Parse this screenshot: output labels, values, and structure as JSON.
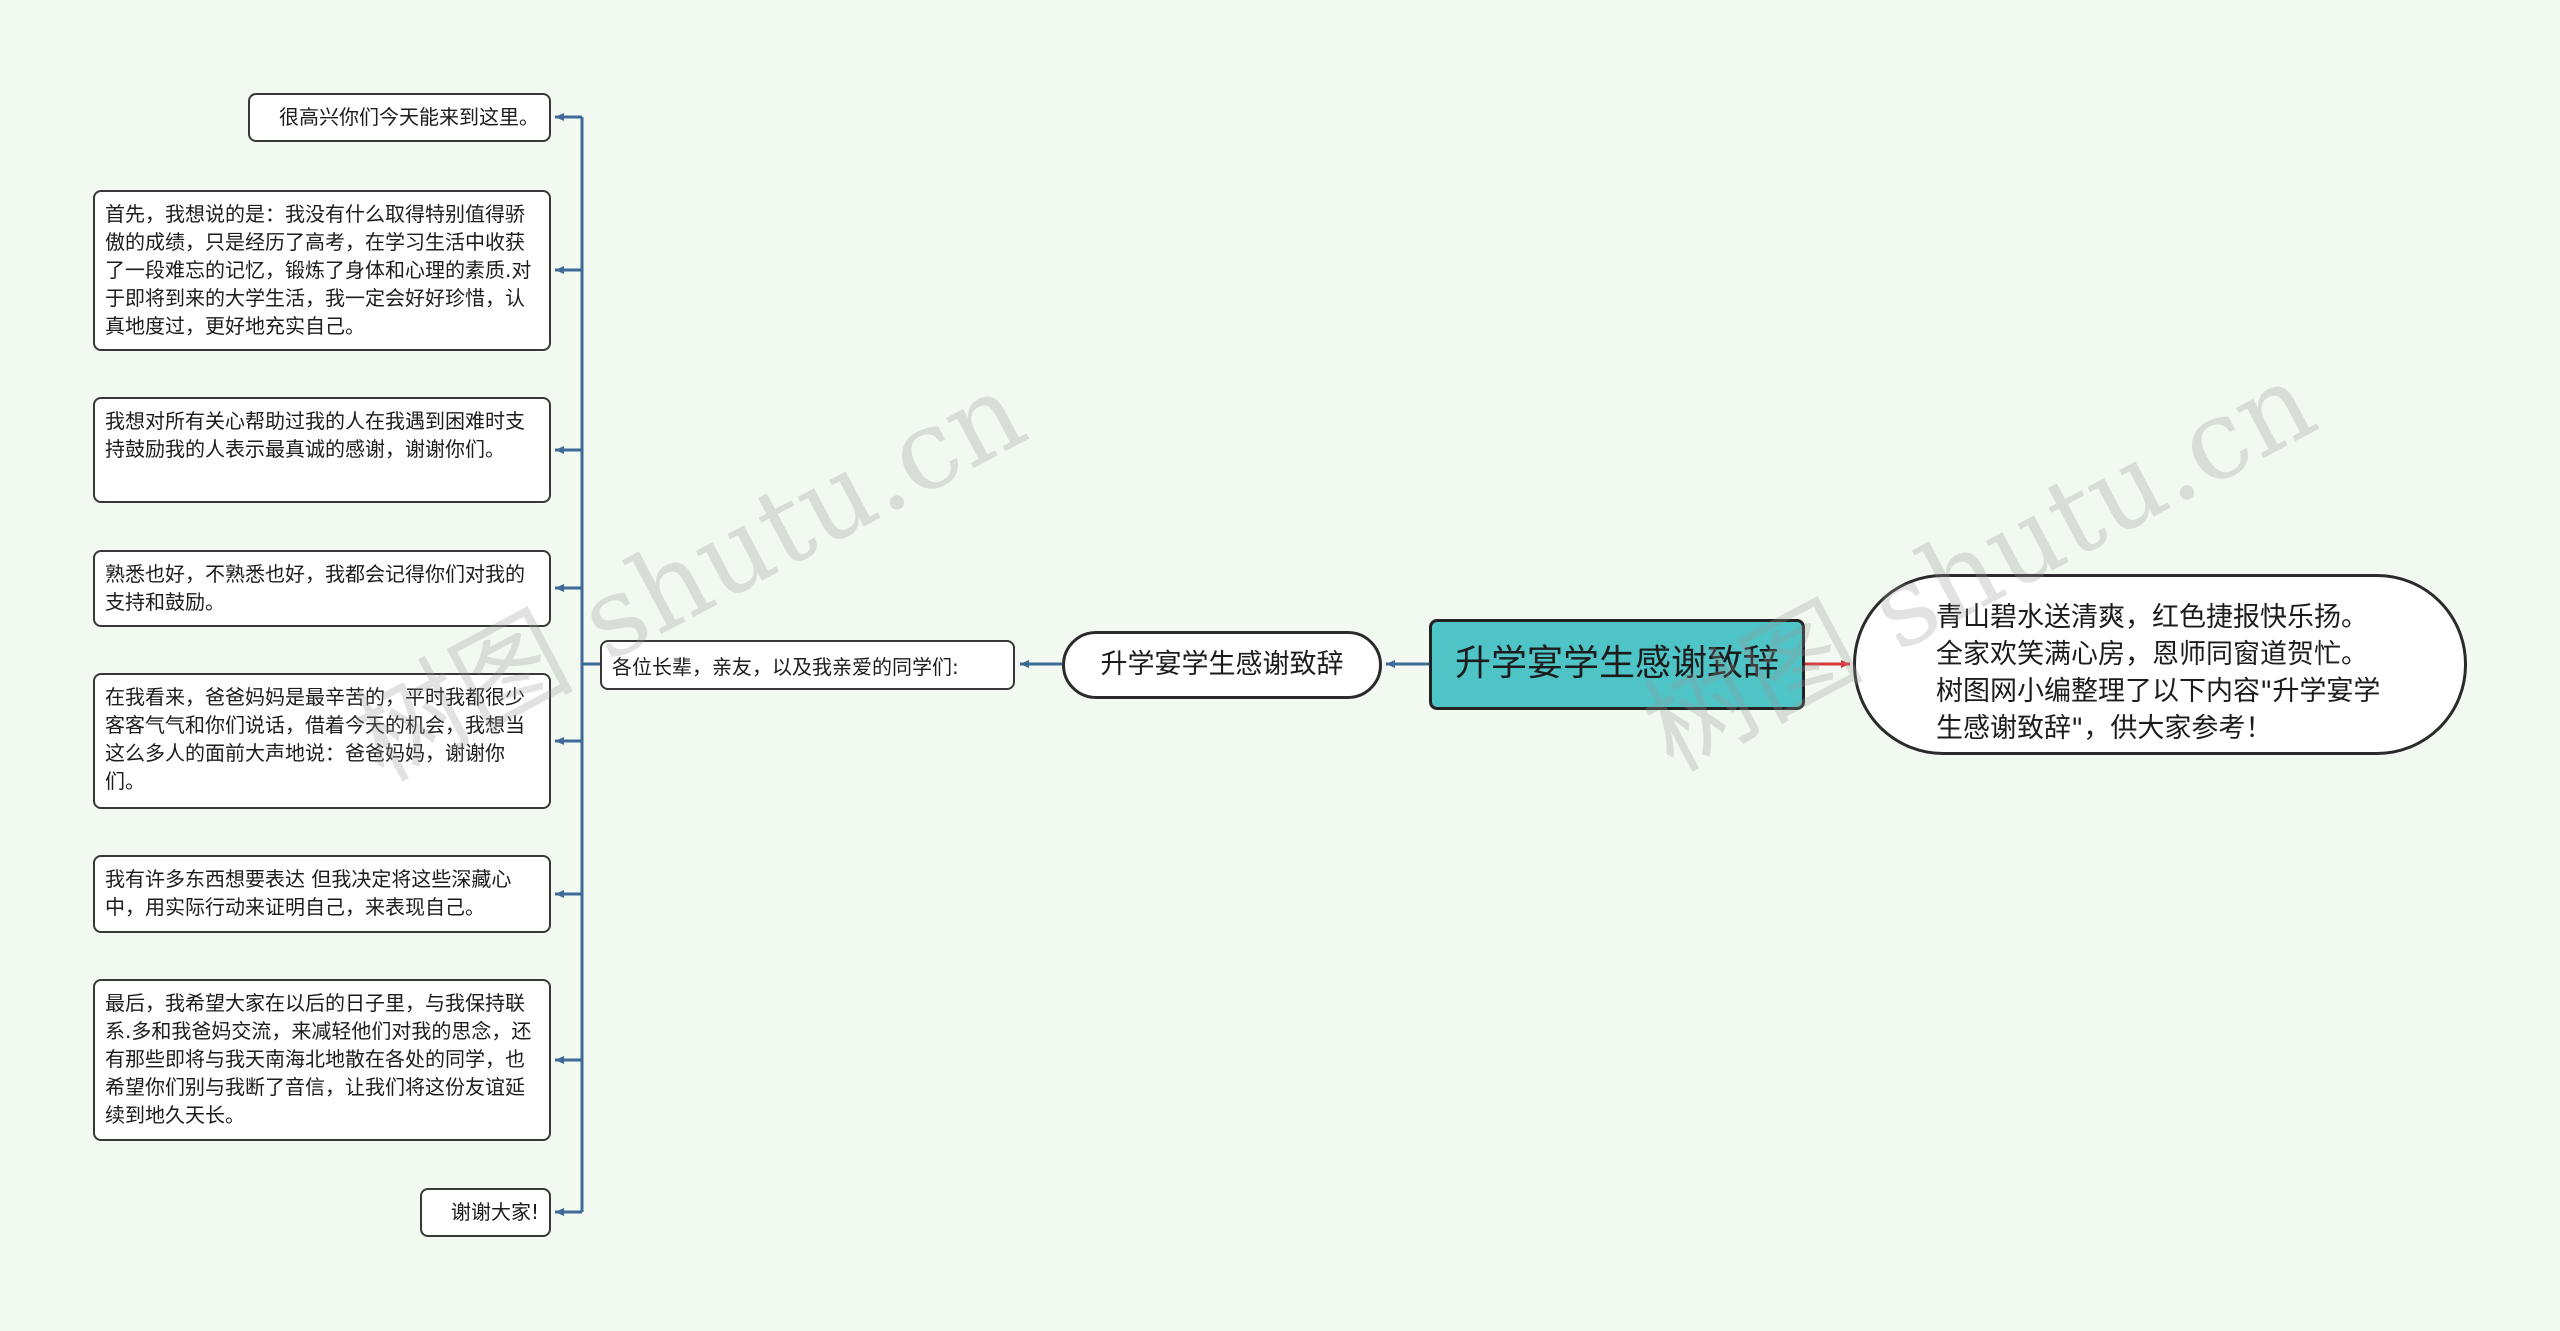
{
  "root": "升学宴学生感谢致辞",
  "summary": "青山碧水送清爽，红色捷报快乐扬。全家欢笑满心房，恩师同窗道贺忙。树图网小编整理了以下内容\"升学宴学生感谢致辞\"，供大家参考！",
  "subtopic": "升学宴学生感谢致辞",
  "greeting": "各位长辈，亲友，以及我亲爱的同学们:",
  "leaves": [
    "很高兴你们今天能来到这里。",
    "首先，我想说的是：我没有什么取得特别值得骄傲的成绩，只是经历了高考，在学习生活中收获了一段难忘的记忆，锻炼了身体和心理的素质.对于即将到来的大学生活，我一定会好好珍惜，认真地度过，更好地充实自己。",
    "我想对所有关心帮助过我的人在我遇到困难时支持鼓励我的人表示最真诚的感谢，谢谢你们。",
    "熟悉也好，不熟悉也好，我都会记得你们对我的支持和鼓励。",
    "在我看来，爸爸妈妈是最辛苦的，平时我都很少客客气气和你们说话，借着今天的机会，我想当这么多人的面前大声地说：爸爸妈妈，谢谢你们。",
    "我有许多东西想要表达 但我决定将这些深藏心中，用实际行动来证明自己，来表现自己。",
    "最后，我希望大家在以后的日子里，与我保持联系.多和我爸妈交流，来减轻他们对我的思念，还有那些即将与我天南海北地散在各处的同学，也希望你们别与我断了音信，让我们将这份友谊延续到地久天长。",
    "谢谢大家!"
  ],
  "watermarks": [
    "树图 shutu.cn",
    "树图 shutu.cn"
  ],
  "colors": {
    "background": "#f1f9f0",
    "root_fill": "#4fc4c6",
    "connector": "#3e6a98",
    "summary_connector": "#d9363e"
  }
}
